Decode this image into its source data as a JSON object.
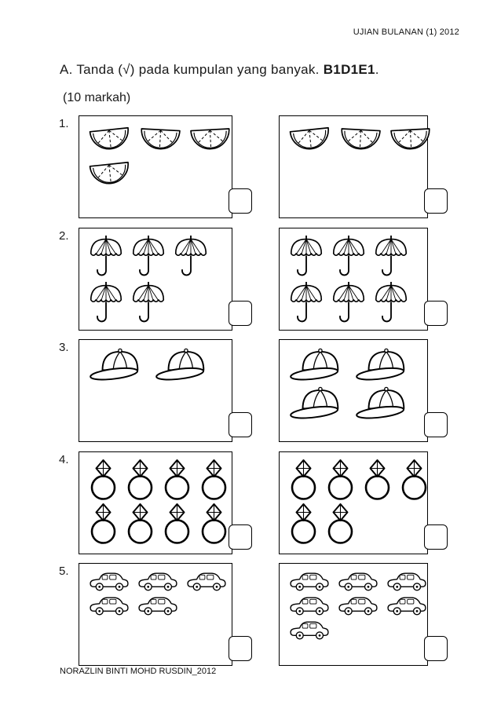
{
  "header": {
    "exam_title": "UJIAN BULANAN (1) 2012"
  },
  "instruction": {
    "prefix": "A. Tanda (√) pada kumpulan yang banyak. ",
    "code": "B1D1E1",
    "suffix": ".",
    "marks": "(10 markah)"
  },
  "questions": [
    {
      "number": "1.",
      "item": "melon-slice",
      "left_rows": [
        3,
        1
      ],
      "right_rows": [
        3
      ]
    },
    {
      "number": "2.",
      "item": "umbrella",
      "left_rows": [
        3,
        2
      ],
      "right_rows": [
        3,
        3
      ]
    },
    {
      "number": "3.",
      "item": "cap",
      "left_rows": [
        2
      ],
      "right_rows": [
        2,
        2
      ]
    },
    {
      "number": "4.",
      "item": "ring",
      "left_rows": [
        4,
        4
      ],
      "right_rows": [
        4,
        2
      ]
    },
    {
      "number": "5.",
      "item": "car",
      "left_rows": [
        3,
        2
      ],
      "right_rows": [
        3,
        3,
        1
      ]
    }
  ],
  "footer": {
    "author": "NORAZLIN BINTI MOHD RUSDIN_2012"
  }
}
